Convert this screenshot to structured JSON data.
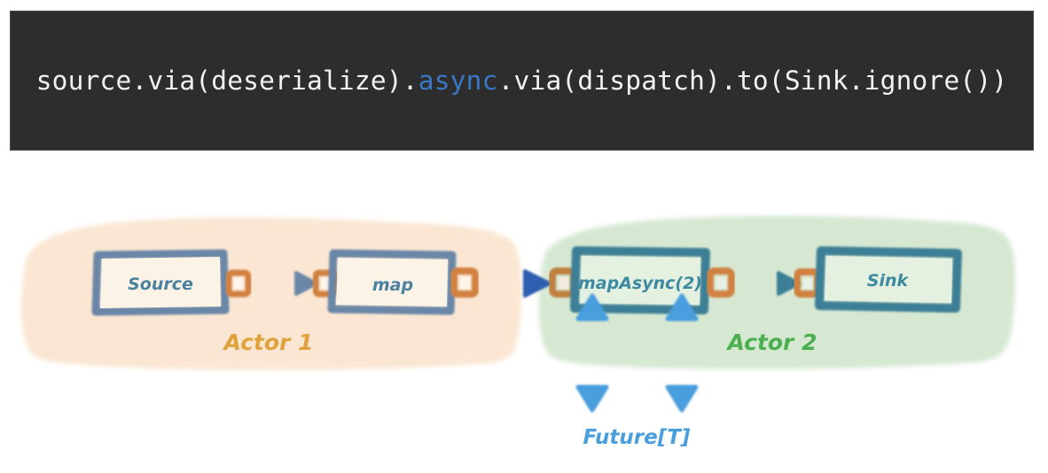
{
  "code_banner": {
    "background": "#2d2d2d",
    "segments": [
      {
        "text": "source.via(deserialize).",
        "kind": "plain"
      },
      {
        "text": "async",
        "kind": "keyword"
      },
      {
        "text": ".via(dispatch).to(Sink.ignore())",
        "kind": "plain"
      }
    ],
    "full_text": "source.via(deserialize).async.via(dispatch).to(Sink.ignore())",
    "plain_color": "#f2f2f2",
    "keyword_color": "#3878c4"
  },
  "diagram": {
    "type": "stream-pipeline",
    "groups": [
      {
        "id": "actor-1",
        "label": "Actor 1",
        "label_color": "#e0a23c",
        "blob_color": "#fae6d2",
        "stage_border_color": "#6b87a8",
        "stage_fill_color": "#fcf3e7",
        "stage_text_color": "#4a82a0",
        "stages": [
          {
            "id": "source",
            "label": "Source"
          },
          {
            "id": "map",
            "label": "map"
          }
        ]
      },
      {
        "id": "actor-2",
        "label": "Actor 2",
        "label_color": "#4cb050",
        "blob_color": "#d6e8d2",
        "stage_border_color": "#3d7f96",
        "stage_fill_color": "#e4f0e0",
        "stage_text_color": "#3d8aa0",
        "stages": [
          {
            "id": "mapasync",
            "label": "mapAsync(2)"
          },
          {
            "id": "sink",
            "label": "Sink"
          }
        ]
      }
    ],
    "port_color": "#d2813f",
    "port_fill_color": "#fdf4ea",
    "intra_arrow_left_color": "#6b87a8",
    "intra_arrow_right_color": "#3d7f96",
    "inter_actor_arrow_color": "#3a6ab8",
    "future_arrow_color": "#4a9ede",
    "future_label": "Future[T]",
    "future_label_color": "#4a9ede"
  }
}
